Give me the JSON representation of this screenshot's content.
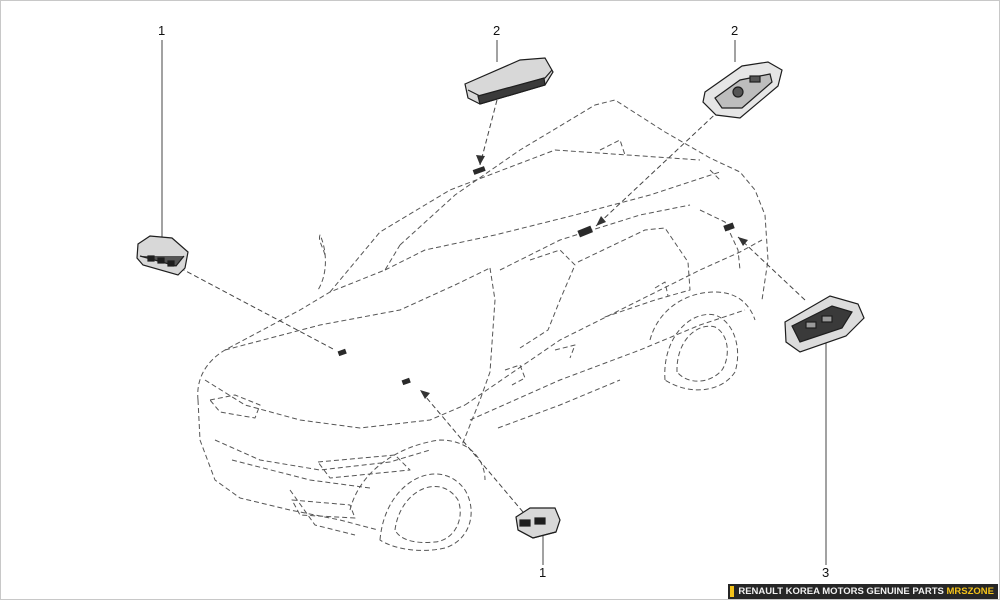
{
  "callouts": {
    "c1_top": "1",
    "c2_mid": "2",
    "c2_right": "2",
    "c3": "3",
    "c1_bottom": "1"
  },
  "watermark": {
    "text": "RENAULT KOREA MOTORS GENUINE PARTS",
    "brand": "MRSZONE"
  },
  "colors": {
    "line": "#555555",
    "part_fill": "#d8d8d8",
    "part_dark": "#1e1e1e",
    "watermark_bg": "#262626",
    "watermark_accent": "#f3c21a"
  }
}
